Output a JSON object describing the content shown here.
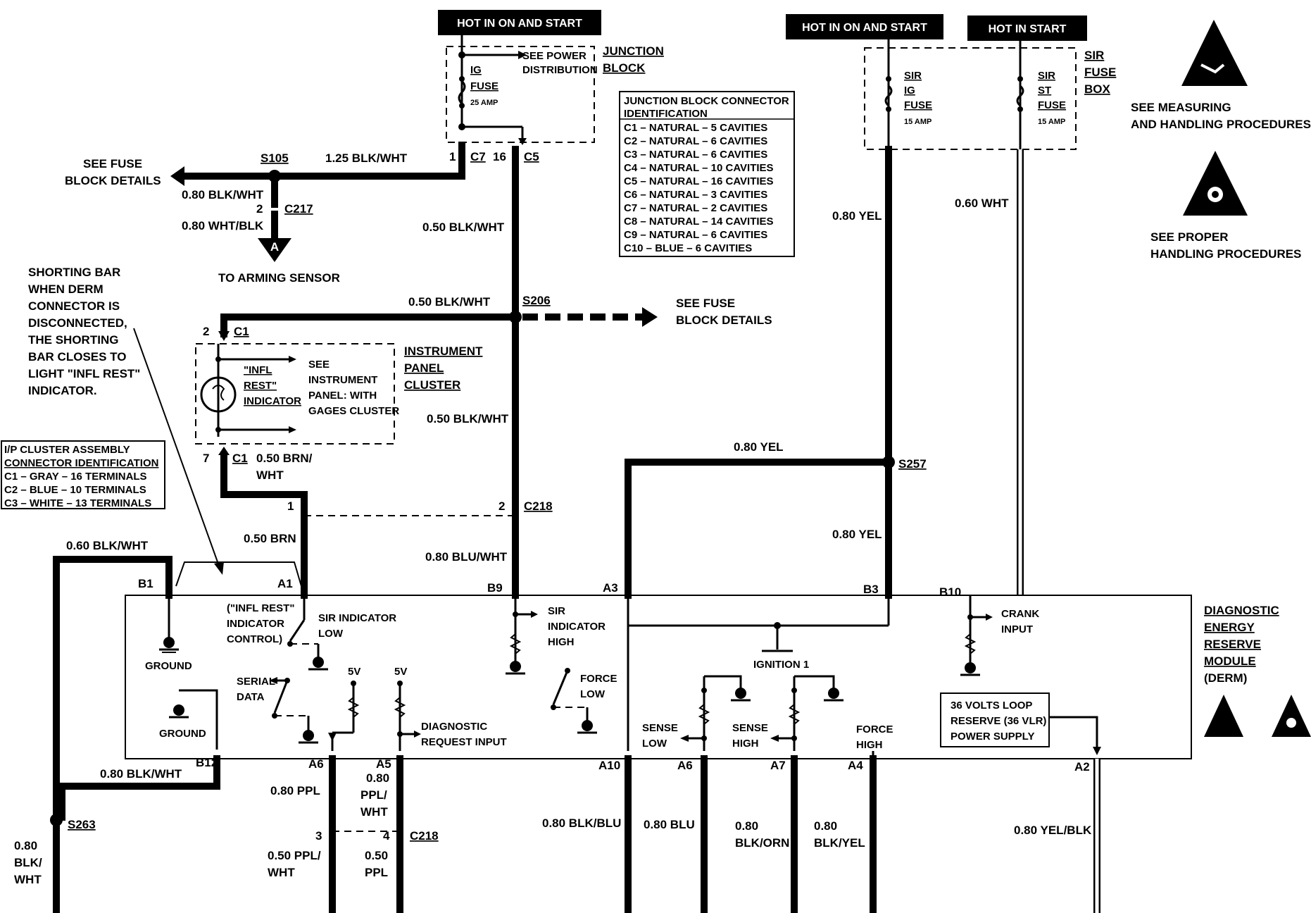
{
  "banners": {
    "hot_on_start_1": "HOT IN ON AND START",
    "hot_on_start_2": "HOT IN ON AND START",
    "hot_in_start": "HOT IN START"
  },
  "junction_block": {
    "title_1": "JUNCTION",
    "title_2": "BLOCK",
    "see_power_1": "SEE POWER",
    "see_power_2": "DISTRIBUTION",
    "fuse_ig": "IG",
    "fuse_label": "FUSE",
    "fuse_amp": "25 AMP"
  },
  "connector_table": {
    "header_1": "JUNCTION BLOCK CONNECTOR",
    "header_2": "IDENTIFICATION",
    "rows": [
      "C1 – NATURAL – 5 CAVITIES",
      "C2 – NATURAL – 6 CAVITIES",
      "C3 – NATURAL – 6 CAVITIES",
      "C4 – NATURAL – 10 CAVITIES",
      "C5 – NATURAL – 16 CAVITIES",
      "C6 – NATURAL – 3 CAVITIES",
      "C7 – NATURAL – 2 CAVITIES",
      "C8 – NATURAL – 14 CAVITIES",
      "C9 – NATURAL – 6 CAVITIES",
      "C10 – BLUE – 6 CAVITIES"
    ]
  },
  "ip_table": {
    "header_1": "I/P CLUSTER ASSEMBLY",
    "header_2": "CONNECTOR IDENTIFICATION",
    "rows": [
      "C1 – GRAY – 16 TERMINALS",
      "C2 – BLUE – 10 TERMINALS",
      "C3 – WHITE – 13 TERMINALS"
    ]
  },
  "sir_fuse_box": {
    "title_1": "SIR",
    "title_2": "FUSE",
    "title_3": "BOX",
    "ig_fuse_1": "SIR",
    "ig_fuse_2": "IG",
    "ig_fuse_3": "FUSE",
    "ig_amp": "15 AMP",
    "st_fuse_1": "SIR",
    "st_fuse_2": "ST",
    "st_fuse_3": "FUSE",
    "st_amp": "15 AMP"
  },
  "warnings": {
    "measuring_1": "SEE       MEASURING",
    "measuring_2": "AND HANDLING PROCEDURES",
    "proper_1": "SEE       PROPER",
    "proper_2": "HANDLING PROCEDURES"
  },
  "splices": {
    "s105": "S105",
    "s206": "S206",
    "s257": "S257",
    "s263": "S263"
  },
  "connectors": {
    "c7": "C7",
    "c5": "C5",
    "c217": "C217",
    "c1": "C1",
    "c218": "C218",
    "pin_1": "1",
    "pin_16": "16",
    "pin_2": "2",
    "pin_7": "7",
    "pin_3": "3",
    "pin_4": "4",
    "arm_a": "A"
  },
  "wires": {
    "w_125_blk_wht": "1.25 BLK/WHT",
    "w_080_blk_wht": "0.80 BLK/WHT",
    "w_080_wht_blk": "0.80 WHT/BLK",
    "w_050_blk_wht_1": "0.50 BLK/WHT",
    "w_050_blk_wht_2": "0.50 BLK/WHT",
    "w_050_blk_wht_3": "0.50 BLK/WHT",
    "w_050_brn_1": "0.50 BRN/",
    "w_050_brn_2": "WHT",
    "w_050_brn": "0.50 BRN",
    "w_080_blu_wht": "0.80 BLU/WHT",
    "w_060_blk_wht": "0.60 BLK/WHT",
    "w_080_blk_wht_b12": "0.80 BLK/WHT",
    "w_080_yel_1": "0.80 YEL",
    "w_080_yel_2": "0.80 YEL",
    "w_080_yel_3": "0.80 YEL",
    "w_060_wht": "0.60 WHT",
    "w_080_blk_wht_v1": "0.80",
    "w_080_blk_wht_v2": "BLK/",
    "w_080_blk_wht_v3": "WHT",
    "w_080_ppl": "0.80 PPL",
    "w_080_ppl_wht_1": "0.80",
    "w_080_ppl_wht_2": "PPL/",
    "w_080_ppl_wht_3": "WHT",
    "w_050_ppl_wht_1": "0.50 PPL/",
    "w_050_ppl_wht_2": "WHT",
    "w_050_ppl_1": "0.50",
    "w_050_ppl_2": "PPL",
    "w_080_blk_blu": "0.80 BLK/BLU",
    "w_080_blu": "0.80 BLU",
    "w_080_blk_orn_1": "0.80",
    "w_080_blk_orn_2": "BLK/ORN",
    "w_080_blk_yel_1": "0.80",
    "w_080_blk_yel_2": "BLK/YEL",
    "w_080_yel_blk": "0.80 YEL/BLK"
  },
  "notes": {
    "see_fuse_1a": "SEE FUSE",
    "see_fuse_1b": "BLOCK DETAILS",
    "see_fuse_2a": "SEE FUSE",
    "see_fuse_2b": "BLOCK DETAILS",
    "to_arming": "TO ARMING SENSOR",
    "shorting_bar": [
      "SHORTING BAR",
      "WHEN DERM",
      "CONNECTOR IS",
      "DISCONNECTED,",
      "THE SHORTING",
      "BAR CLOSES TO",
      "LIGHT \"INFL REST\"",
      "INDICATOR."
    ]
  },
  "cluster": {
    "title_1": "INSTRUMENT",
    "title_2": "PANEL",
    "title_3": "CLUSTER",
    "infl_1": "\"INFL",
    "infl_2": "REST\"",
    "infl_3": "INDICATOR",
    "see_1": "SEE",
    "see_2": "INSTRUMENT",
    "see_3": "PANEL: WITH",
    "see_4": "GAGES CLUSTER"
  },
  "derm": {
    "title": [
      "DIAGNOSTIC",
      "ENERGY",
      "RESERVE",
      "MODULE",
      "(DERM)"
    ],
    "pins": {
      "b1": "B1",
      "a1": "A1",
      "b9": "B9",
      "a3": "A3",
      "b3": "B3",
      "b10": "B10",
      "b12": "B12",
      "a6": "A6",
      "a5": "A5",
      "a10": "A10",
      "a6b": "A6",
      "a7": "A7",
      "a4": "A4",
      "a2": "A2"
    },
    "labels": {
      "ground_1": "GROUND",
      "ground_2": "GROUND",
      "infl_ctrl_1": "(\"INFL REST\"",
      "infl_ctrl_2": "INDICATOR",
      "infl_ctrl_3": "CONTROL)",
      "sir_low_1": "SIR INDICATOR",
      "sir_low_2": "LOW",
      "serial_1": "SERIAL",
      "serial_2": "DATA",
      "v5_1": "5V",
      "v5_2": "5V",
      "diag_1": "DIAGNOSTIC",
      "diag_2": "REQUEST INPUT",
      "sir_high_1": "SIR",
      "sir_high_2": "INDICATOR",
      "sir_high_3": "HIGH",
      "force_low_1": "FORCE",
      "force_low_2": "LOW",
      "ignition": "IGNITION 1",
      "crank_1": "CRANK",
      "crank_2": "INPUT",
      "sense_low_1": "SENSE",
      "sense_low_2": "LOW",
      "sense_high_1": "SENSE",
      "sense_high_2": "HIGH",
      "force_high_1": "FORCE",
      "force_high_2": "HIGH",
      "vlr_1": "36 VOLTS LOOP",
      "vlr_2": "RESERVE (36 VLR)",
      "vlr_3": "POWER SUPPLY"
    }
  }
}
